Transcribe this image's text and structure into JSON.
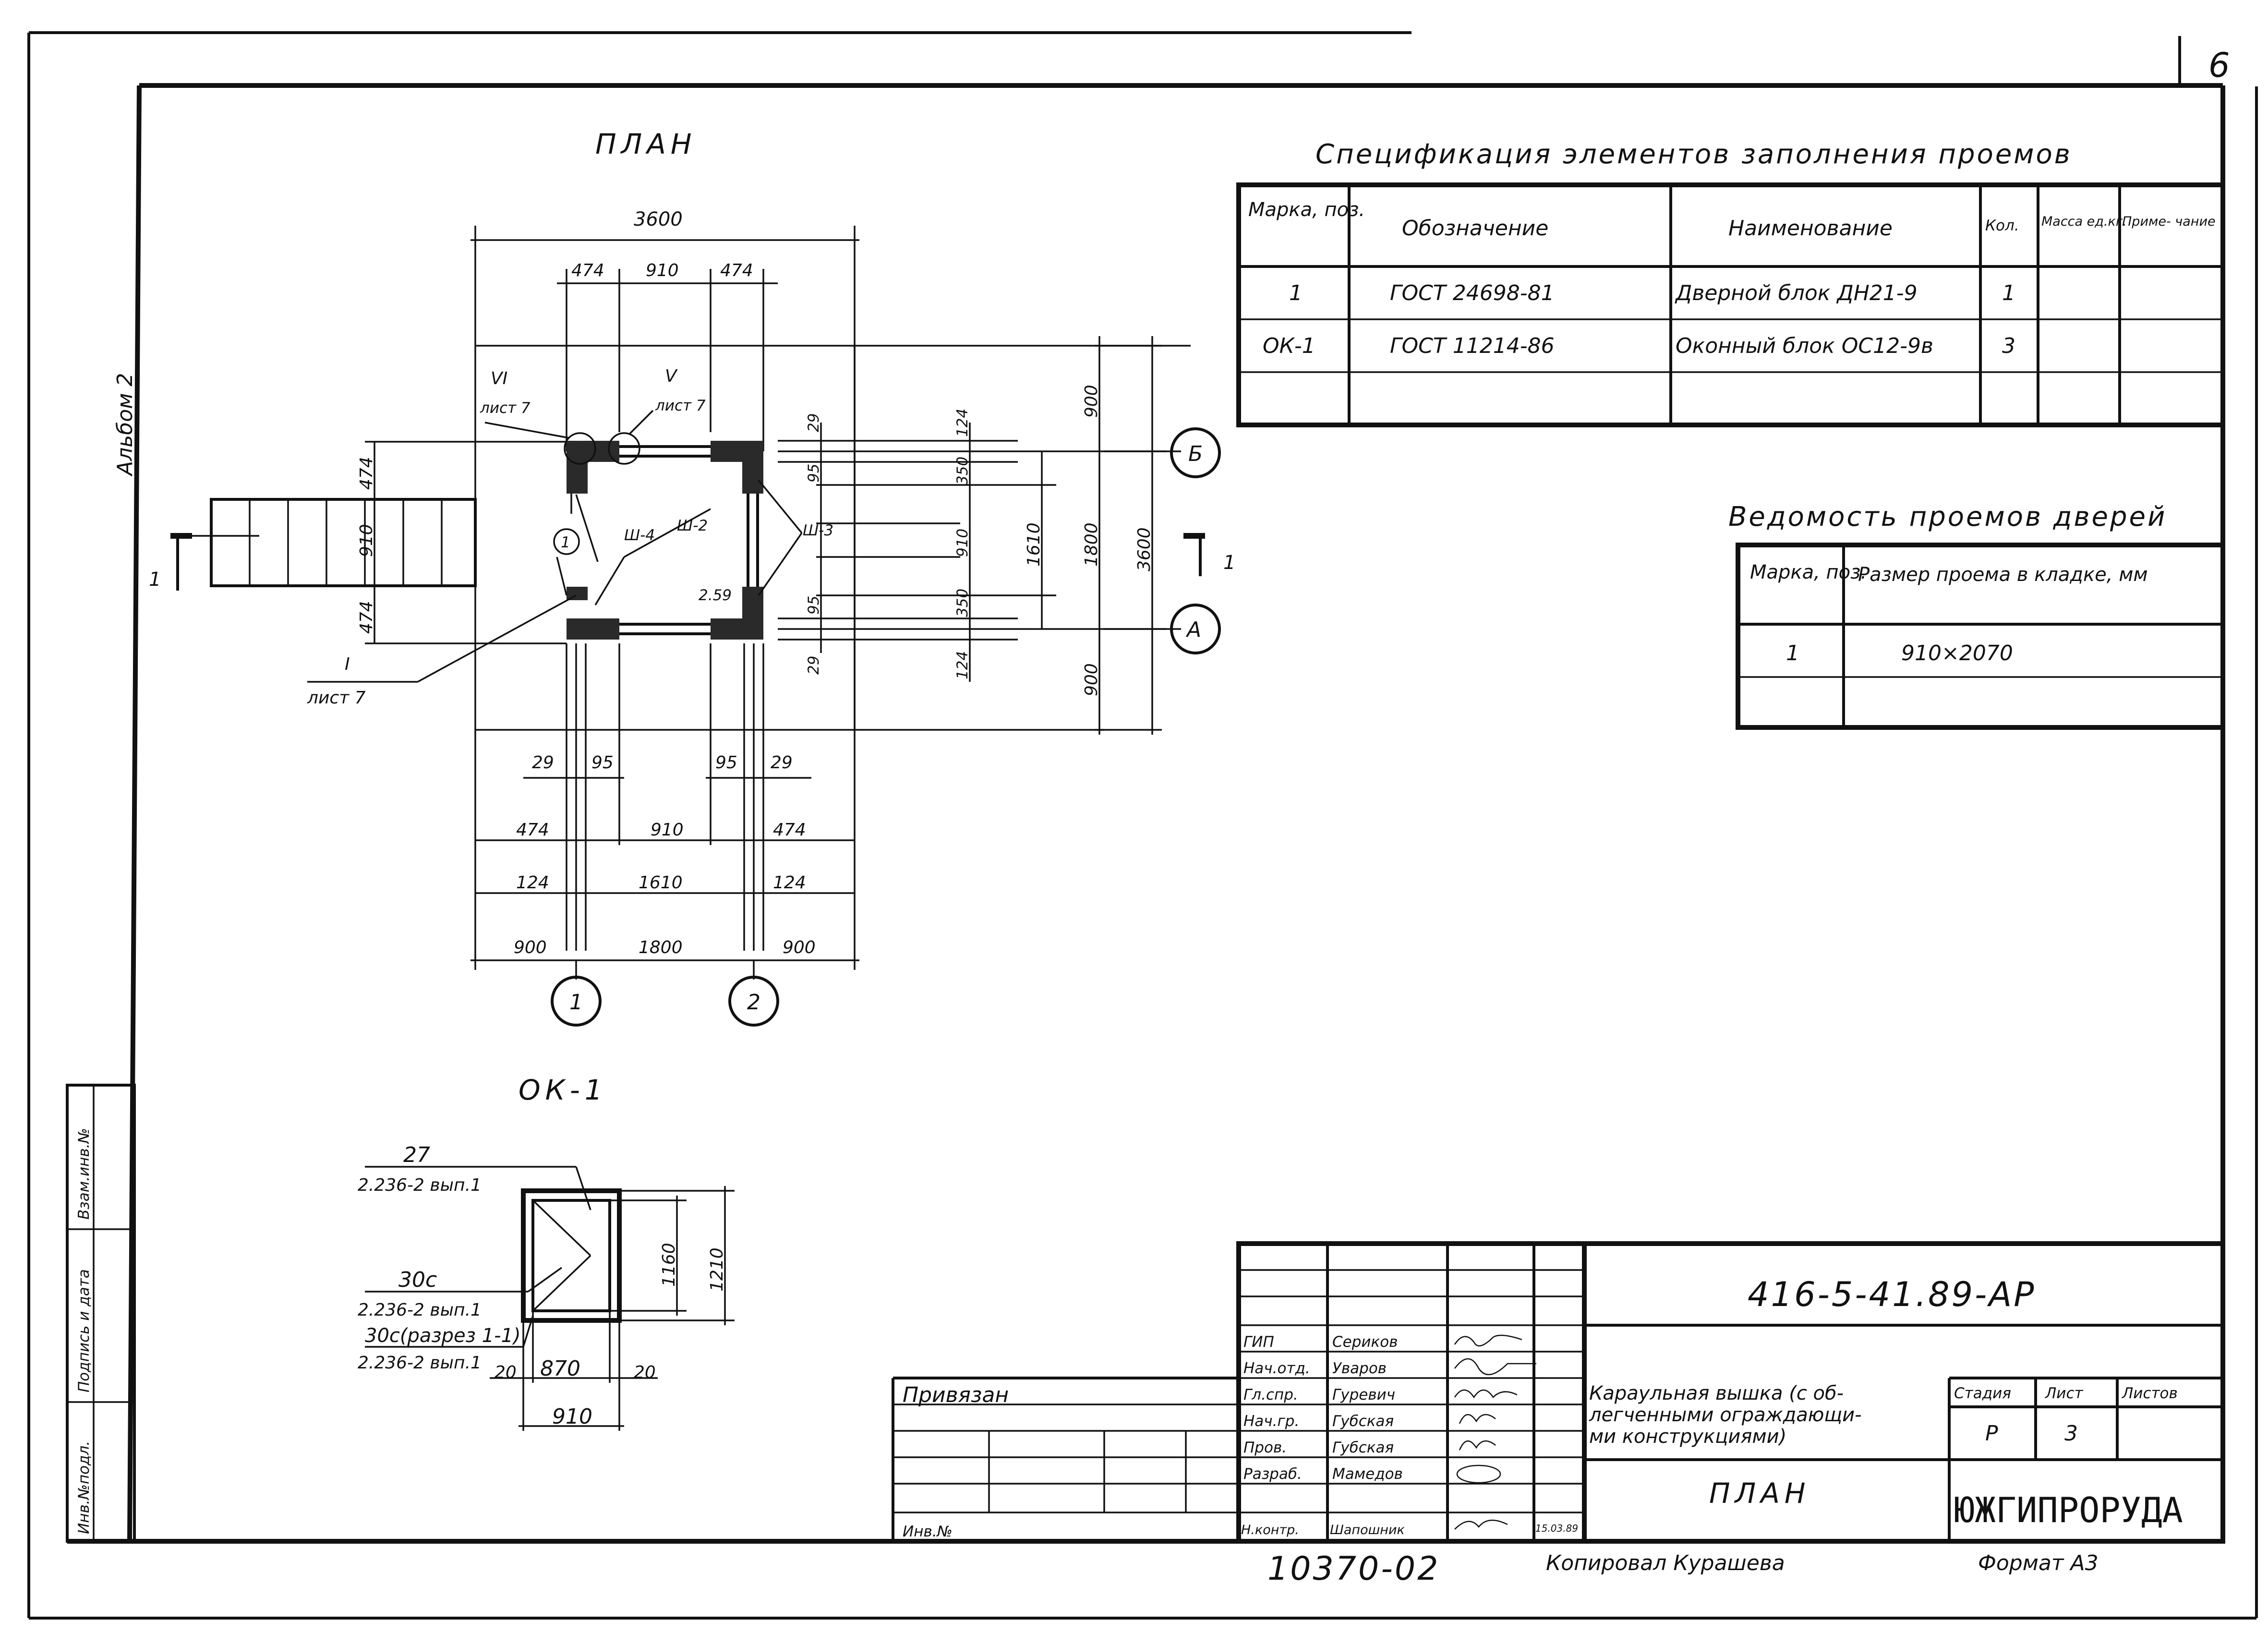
{
  "sheet": {
    "page_number": "6",
    "album": "Альбом 2"
  },
  "plan": {
    "title": "ПЛАН",
    "dims_top": [
      "3600",
      "474",
      "910",
      "474"
    ],
    "dims_right_inner": [
      "29",
      "124",
      "95",
      "350",
      "910",
      "95",
      "350",
      "124",
      "29"
    ],
    "dims_right_outer": [
      "900",
      "1610",
      "1800",
      "3600",
      "900"
    ],
    "dims_left": [
      "474",
      "910",
      "474"
    ],
    "dims_bottom_row1": [
      "29",
      "95",
      "95",
      "29"
    ],
    "dims_bottom_row2": [
      "474",
      "910",
      "474"
    ],
    "dims_bottom_row3": [
      "124",
      "1610",
      "124"
    ],
    "dims_bottom_row4": [
      "900",
      "1800",
      "900"
    ],
    "axis_labels": {
      "a": "А",
      "b": "Б",
      "one": "1",
      "two": "2"
    },
    "marker_1": "1",
    "callouts": {
      "vi_num": "VI",
      "vi_sheet": "лист 7",
      "v_num": "V",
      "v_sheet": "лист 7",
      "i_num": "I",
      "i_sheet": "лист 7",
      "sh4": "Ш-4",
      "sh2": "Ш-2",
      "sh3": "Ш-3",
      "num1": "1",
      "level": "2.59"
    },
    "section_mark": "1"
  },
  "ok1": {
    "title": "ОК-1",
    "lead1_top": "27",
    "lead1_bot": "2.236-2 вып.1",
    "lead2_top": "30с",
    "lead2_bot": "2.236-2 вып.1",
    "lead3_top": "30с(разрез 1-1)",
    "lead3_bot": "2.236-2 вып.1",
    "dims_h": [
      "20",
      "870",
      "20",
      "910"
    ],
    "dims_v": [
      "1160",
      "1210"
    ]
  },
  "spec_table": {
    "title": "Спецификация элементов заполнения проемов",
    "headers": [
      "Марка, поз.",
      "Обозначение",
      "Наименование",
      "Кол.",
      "Масса ед.кг.",
      "Приме- чание"
    ],
    "rows": [
      [
        "1",
        "ГОСТ 24698-81",
        "Дверной блок ДН21-9",
        "1",
        "",
        ""
      ],
      [
        "ОК-1",
        "ГОСТ 11214-86",
        "Оконный блок ОС12-9в",
        "3",
        "",
        ""
      ],
      [
        "",
        "",
        "",
        "",
        "",
        ""
      ]
    ]
  },
  "door_table": {
    "title": "Ведомость проемов дверей",
    "headers": [
      "Марка, поз.",
      "Размер проема в кладке, мм"
    ],
    "rows": [
      [
        "1",
        "910×2070"
      ],
      [
        "",
        ""
      ]
    ]
  },
  "side_stamp": [
    "Инв.№подл.",
    "Подпись и дата",
    "Взам.инв.№"
  ],
  "title_block": {
    "doc_code": "416-5-41.89-АР",
    "privyazan": "Привязан",
    "inv_no": "Инв.№",
    "staff": [
      {
        "role": "ГИП",
        "name": "Сериков"
      },
      {
        "role": "Нач.отд.",
        "name": "Уваров"
      },
      {
        "role": "Гл.спр.",
        "name": "Гуревич"
      },
      {
        "role": "Нач.гр.",
        "name": "Губская"
      },
      {
        "role": "Пров.",
        "name": "Губская"
      },
      {
        "role": "Разраб.",
        "name": "Мамедов"
      },
      {
        "role": "Н.контр.",
        "name": "Шапошник"
      }
    ],
    "date": "15.03.89",
    "object_name": "Караульная вышка (с облегченными ограждающими конструкциями)",
    "object_line1": "Караульная вышка (с об-",
    "object_line2": "легченными ограждающи-",
    "object_line3": "ми конструкциями)",
    "sheet_name": "ПЛАН",
    "stage_h": "Стадия",
    "sheet_h": "Лист",
    "sheets_h": "Листов",
    "stage": "Р",
    "sheet": "3",
    "sheets": "",
    "org": "ЮЖГИПРОРУДА"
  },
  "footer": {
    "inv": "10370-02",
    "copied": "Копировал Курашева",
    "format": "Формат А3"
  }
}
